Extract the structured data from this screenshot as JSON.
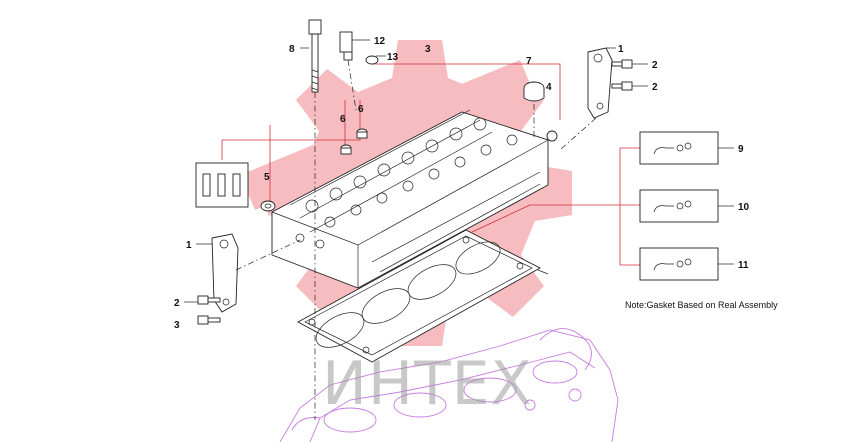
{
  "callouts": {
    "c1_top": "1",
    "c2_top_a": "2",
    "c2_top_b": "2",
    "c3": "3",
    "c4": "4",
    "c5": "5",
    "c6_a": "6",
    "c6_b": "6",
    "c7": "7",
    "c8": "8",
    "c9": "9",
    "c10": "10",
    "c11": "11",
    "c12": "12",
    "c13": "13",
    "c1_left": "1",
    "c2_left": "2",
    "c3_left": "3"
  },
  "note": "Note:Gasket Based on Real Assembly",
  "watermark": {
    "text": "ИНТЕХ",
    "color": "#e8323c"
  },
  "colors": {
    "leader": "#d0303a",
    "engine_block": "#c77be0",
    "line": "#222222"
  }
}
